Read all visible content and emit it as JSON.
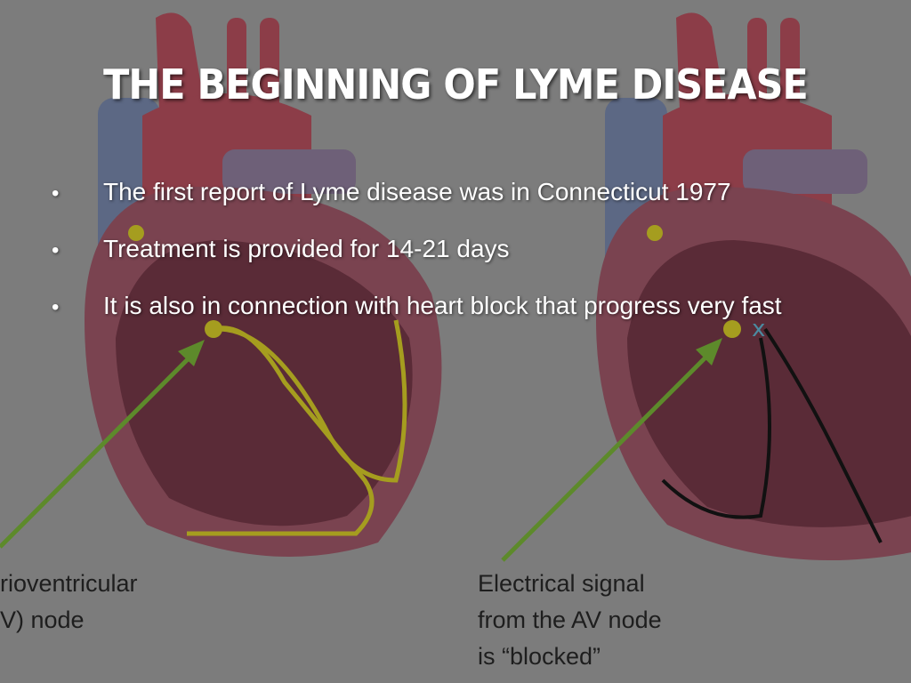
{
  "slide": {
    "title": "THE BEGINNING OF LYME DISEASE",
    "bullets": [
      "The first report of Lyme disease was in Connecticut 1977",
      "Treatment is provided for 14-21 days",
      "It is also in connection with heart block that progress very fast"
    ],
    "bullet_glyph": "•"
  },
  "diagram": {
    "left_label": [
      "rioventricular",
      "V) node"
    ],
    "right_label": [
      "Electrical signal",
      "from the AV node",
      "is “blocked”"
    ]
  },
  "colors": {
    "background": "#7c7c7c",
    "conduction": "#a59d1f",
    "arrow": "#5d8a2b",
    "block_mark": "#4b8aa0"
  }
}
